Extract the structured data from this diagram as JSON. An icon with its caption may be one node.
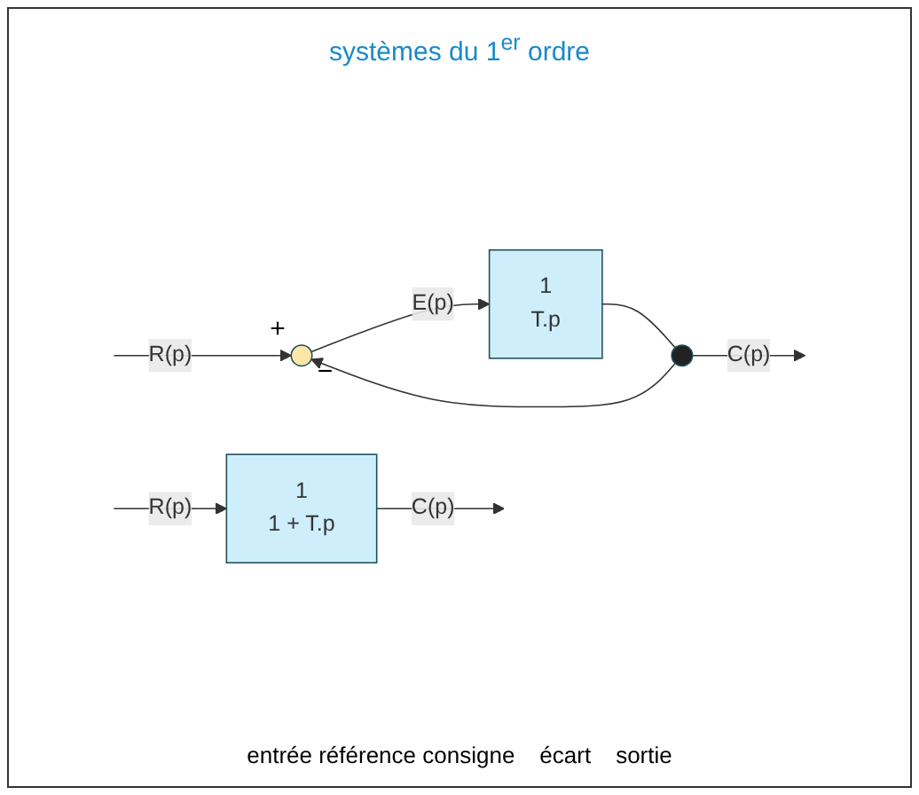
{
  "diagram": {
    "title": "systèmes du 1$^{er}$ ordre",
    "nodes": [
      {
        "text": [],
        "shape": "circle",
        "beside": [
          "+",
          "−"
        ]
      },
      {
        "text": [
          "1",
          "T.p"
        ]
      },
      {
        "text": [],
        "shape": "circle"
      },
      {
        "text": [
          "1",
          "1 + T.p"
        ]
      }
    ],
    "edges": [
      {
        "from": null,
        "to": 0,
        "arrow": "to",
        "label": "R(p)"
      },
      {
        "from": 0,
        "to": 1,
        "arrow": "to",
        "label": "E(p)"
      },
      {
        "from": 1,
        "to": 2,
        "arrow": "none"
      },
      {
        "from": 2,
        "to": null,
        "arrow": "to",
        "label": "C(p)"
      },
      {
        "from": 2,
        "to": 0,
        "arrow": "to"
      },
      {
        "from": null,
        "to": 3,
        "arrow": "to",
        "label": "R(p)"
      },
      {
        "from": 3,
        "to": null,
        "arrow": "to",
        "label": "C(p)"
      }
    ],
    "labels": [
      "entrée référence consigne",
      "écart",
      "sortie"
    ]
  }
}
